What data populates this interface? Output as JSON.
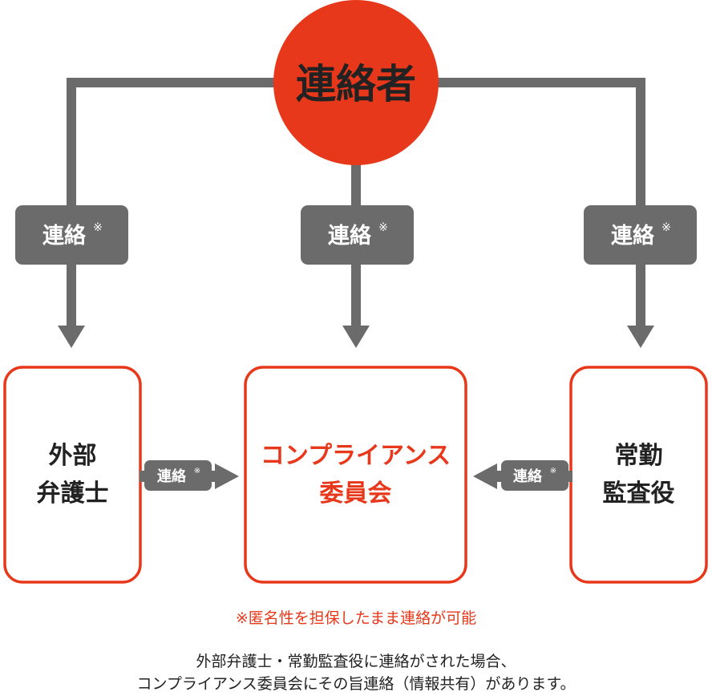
{
  "colors": {
    "accent": "#e8381b",
    "connector": "#6b6b6b",
    "text": "#222222",
    "white": "#ffffff"
  },
  "contact_person": {
    "label": "連絡者"
  },
  "contact_badge": {
    "label": "連絡",
    "mark": "※"
  },
  "nodes": {
    "lawyer": {
      "line1": "外部",
      "line2": "弁護士"
    },
    "committee": {
      "line1": "コンプライアンス",
      "line2": "委員会"
    },
    "auditor": {
      "line1": "常勤",
      "line2": "監査役"
    }
  },
  "footnote": "※匿名性を担保したまま連絡が可能",
  "description": {
    "line1": "外部弁護士・常勤監査役に連絡がされた場合、",
    "line2": "コンプライアンス委員会にその旨連絡（情報共有）があります。"
  }
}
